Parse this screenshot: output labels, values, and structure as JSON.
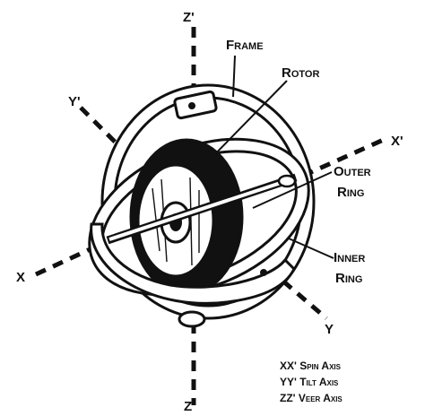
{
  "axes": {
    "z_top": "Z'",
    "z_bottom": "Z",
    "y_top": "Y'",
    "y_bottom": "Y",
    "x_left": "X",
    "x_right": "X'"
  },
  "parts": {
    "frame": "Frame",
    "rotor": "Rotor",
    "outer_ring_1": "Outer",
    "outer_ring_2": "Ring",
    "inner_ring_1": "Inner",
    "inner_ring_2": "Ring"
  },
  "legend": {
    "spin": "XX' Spin Axis",
    "tilt": "YY' Tilt Axis",
    "veer": "ZZ' Veer Axis"
  }
}
